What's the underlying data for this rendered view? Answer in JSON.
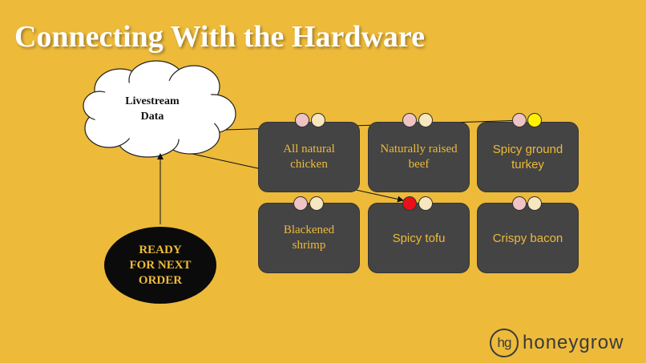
{
  "title": "Connecting With the Hardware",
  "cloud": {
    "label_line1": "Livestream",
    "label_line2": "Data"
  },
  "ready_node": {
    "line1": "READY",
    "line2": "FOR NEXT",
    "line3": "ORDER"
  },
  "tiles": [
    {
      "line1": "All natural",
      "line2": "chicken"
    },
    {
      "line1": "Naturally raised",
      "line2": "beef"
    },
    {
      "line1": "Spicy ground",
      "line2": "turkey"
    },
    {
      "line1": "Blackened",
      "line2": "shrimp"
    },
    {
      "line1": "Spicy tofu",
      "line2": ""
    },
    {
      "line1": "Crispy bacon",
      "line2": ""
    }
  ],
  "logo": {
    "mark": "hg",
    "text": "honeygrow"
  },
  "colors": {
    "background": "#EDBA3A",
    "tile": "#444444",
    "tile_text": "#EDBA3A",
    "indicator_pink": "#EFC3C3",
    "indicator_cream": "#F7E6BE",
    "indicator_yellow": "#FFF200",
    "indicator_red": "#E8101A"
  }
}
